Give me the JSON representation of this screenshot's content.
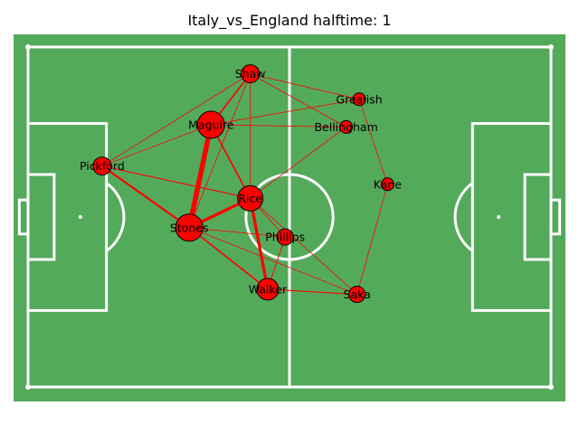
{
  "chart_data": {
    "type": "network",
    "title": "Italy_vs_England halftime: 1",
    "pitch": {
      "length": 120,
      "width": 80,
      "pitch_color": "#54aa5b",
      "line_color": "#ffffff"
    },
    "node_color": "#ff0000",
    "edge_color": "#ff0000",
    "players": [
      {
        "name": "Shaw",
        "x": 51.0,
        "y": 6.3,
        "size": 10
      },
      {
        "name": "Grealish",
        "x": 76.0,
        "y": 12.3,
        "size": 7
      },
      {
        "name": "Maguire",
        "x": 42.0,
        "y": 18.3,
        "size": 15
      },
      {
        "name": "Bellingham",
        "x": 73.0,
        "y": 18.8,
        "size": 7
      },
      {
        "name": "Pickford",
        "x": 17.0,
        "y": 28.0,
        "size": 10
      },
      {
        "name": "Kane",
        "x": 82.5,
        "y": 32.3,
        "size": 7
      },
      {
        "name": "Rice",
        "x": 51.0,
        "y": 35.6,
        "size": 14
      },
      {
        "name": "Stones",
        "x": 37.0,
        "y": 42.5,
        "size": 15
      },
      {
        "name": "Phillips",
        "x": 59.0,
        "y": 44.7,
        "size": 9
      },
      {
        "name": "Walker",
        "x": 55.0,
        "y": 57.0,
        "size": 12
      },
      {
        "name": "Saka",
        "x": 75.5,
        "y": 58.2,
        "size": 9
      }
    ],
    "passes": [
      {
        "from": "Maguire",
        "to": "Stones",
        "count": 10
      },
      {
        "from": "Stones",
        "to": "Rice",
        "count": 6
      },
      {
        "from": "Rice",
        "to": "Walker",
        "count": 6
      },
      {
        "from": "Pickford",
        "to": "Stones",
        "count": 4
      },
      {
        "from": "Stones",
        "to": "Walker",
        "count": 3
      },
      {
        "from": "Shaw",
        "to": "Maguire",
        "count": 3
      },
      {
        "from": "Maguire",
        "to": "Rice",
        "count": 3
      },
      {
        "from": "Walker",
        "to": "Saka",
        "count": 2
      },
      {
        "from": "Pickford",
        "to": "Rice",
        "count": 2
      },
      {
        "from": "Pickford",
        "to": "Maguire",
        "count": 1
      },
      {
        "from": "Pickford",
        "to": "Shaw",
        "count": 1
      },
      {
        "from": "Shaw",
        "to": "Grealish",
        "count": 1
      },
      {
        "from": "Shaw",
        "to": "Bellingham",
        "count": 1
      },
      {
        "from": "Shaw",
        "to": "Rice",
        "count": 1
      },
      {
        "from": "Shaw",
        "to": "Stones",
        "count": 1
      },
      {
        "from": "Maguire",
        "to": "Grealish",
        "count": 1
      },
      {
        "from": "Maguire",
        "to": "Bellingham",
        "count": 1
      },
      {
        "from": "Bellingham",
        "to": "Rice",
        "count": 1
      },
      {
        "from": "Grealish",
        "to": "Kane",
        "count": 1
      },
      {
        "from": "Kane",
        "to": "Saka",
        "count": 1
      },
      {
        "from": "Stones",
        "to": "Phillips",
        "count": 1
      },
      {
        "from": "Rice",
        "to": "Phillips",
        "count": 1
      },
      {
        "from": "Rice",
        "to": "Saka",
        "count": 1
      },
      {
        "from": "Phillips",
        "to": "Walker",
        "count": 1
      },
      {
        "from": "Walker",
        "to": "Phillips",
        "count": 1
      },
      {
        "from": "Stones",
        "to": "Saka",
        "count": 1
      }
    ]
  }
}
